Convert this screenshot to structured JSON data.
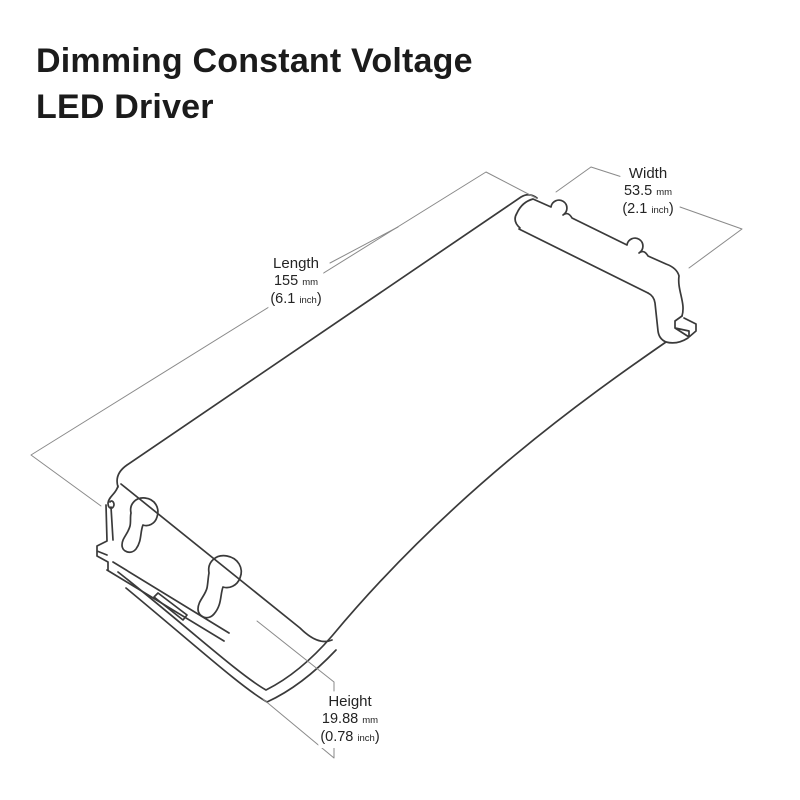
{
  "title": {
    "line1": "Dimming Constant Voltage",
    "line2": "LED Driver"
  },
  "diagram": {
    "subject": "LED driver enclosure isometric dimension drawing",
    "dimensions": {
      "width": {
        "label": "Width",
        "mm_value": "53.5",
        "mm_unit": "mm",
        "inch_value": "(2.1",
        "inch_unit": "inch",
        "paren_close": ")"
      },
      "length": {
        "label": "Length",
        "mm_value": "155",
        "mm_unit": "mm",
        "inch_value": "(6.1",
        "inch_unit": "inch",
        "paren_close": ")"
      },
      "height": {
        "label": "Height",
        "mm_value": "19.88",
        "mm_unit": "mm",
        "inch_value": "(0.78",
        "inch_unit": "inch",
        "paren_close": ")"
      }
    }
  },
  "colors": {
    "background": "#ffffff",
    "body_line": "#3a3a3a",
    "dimension_line": "#8a8a8a",
    "title_text": "#1b1b1b",
    "label_text": "#242424"
  }
}
